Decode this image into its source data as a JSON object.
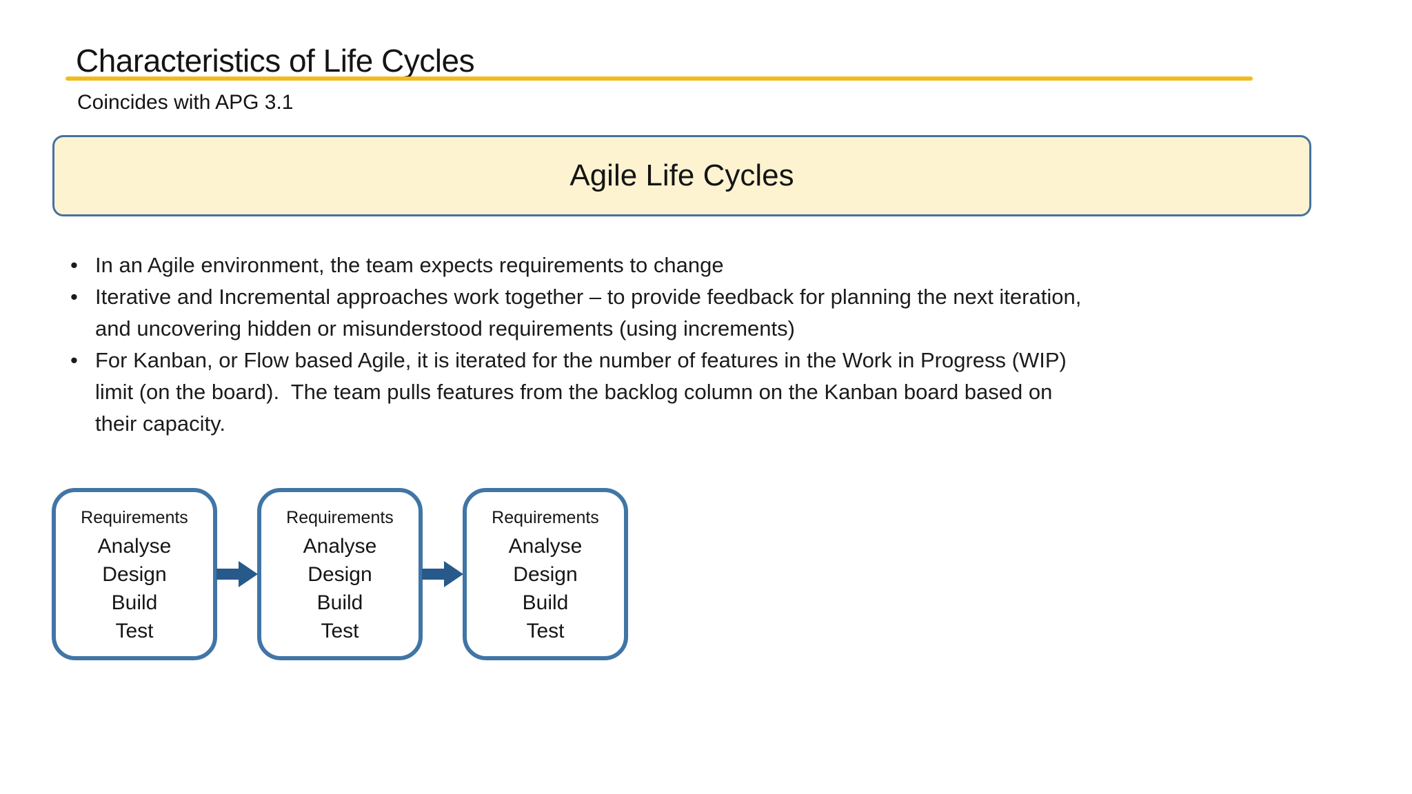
{
  "slide": {
    "title": "Characteristics of Life Cycles",
    "subtitle": "Coincides with APG 3.1",
    "banner_label": "Agile Life Cycles",
    "bullets": [
      "In an Agile environment, the team expects requirements to change",
      "Iterative and Incremental approaches work together – to provide feedback for planning the next iteration, and uncovering hidden or misunderstood requirements (using increments)",
      "For Kanban, or Flow based Agile, it is iterated for the number of features in the Work in Progress (WIP) limit (on the board).  The team pulls features from the backlog column on the Kanban board based on their capacity."
    ],
    "iterations": [
      {
        "lines": [
          "Requirements",
          "Analyse",
          "Design",
          "Build",
          "Test"
        ]
      },
      {
        "lines": [
          "Requirements",
          "Analyse",
          "Design",
          "Build",
          "Test"
        ]
      },
      {
        "lines": [
          "Requirements",
          "Analyse",
          "Design",
          "Build",
          "Test"
        ]
      }
    ],
    "colors": {
      "title_rule_gold": "#F2BB1D",
      "banner_fill": "#FDF3D1",
      "banner_border": "#44719F",
      "iteration_box_border": "#4075A6",
      "flow_arrow_blue": "#27598B",
      "text": "#1A1A1A",
      "background": "#FFFFFF"
    }
  }
}
